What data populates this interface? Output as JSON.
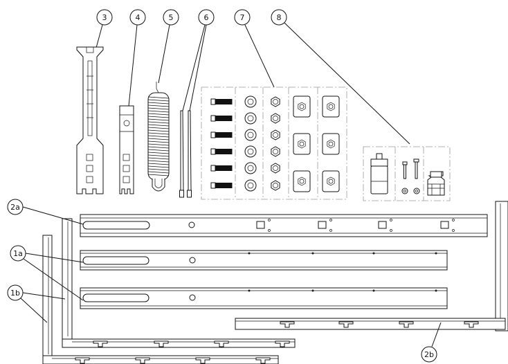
{
  "callouts": {
    "c3": "3",
    "c4": "4",
    "c5": "5",
    "c6": "6",
    "c7": "7",
    "c8": "8",
    "c2a": "2a",
    "c1a": "1a",
    "c1b": "1b",
    "c2b": "2b"
  },
  "colors": {
    "line": "#111111",
    "kit_frame": "#999999",
    "background": "#ffffff"
  }
}
